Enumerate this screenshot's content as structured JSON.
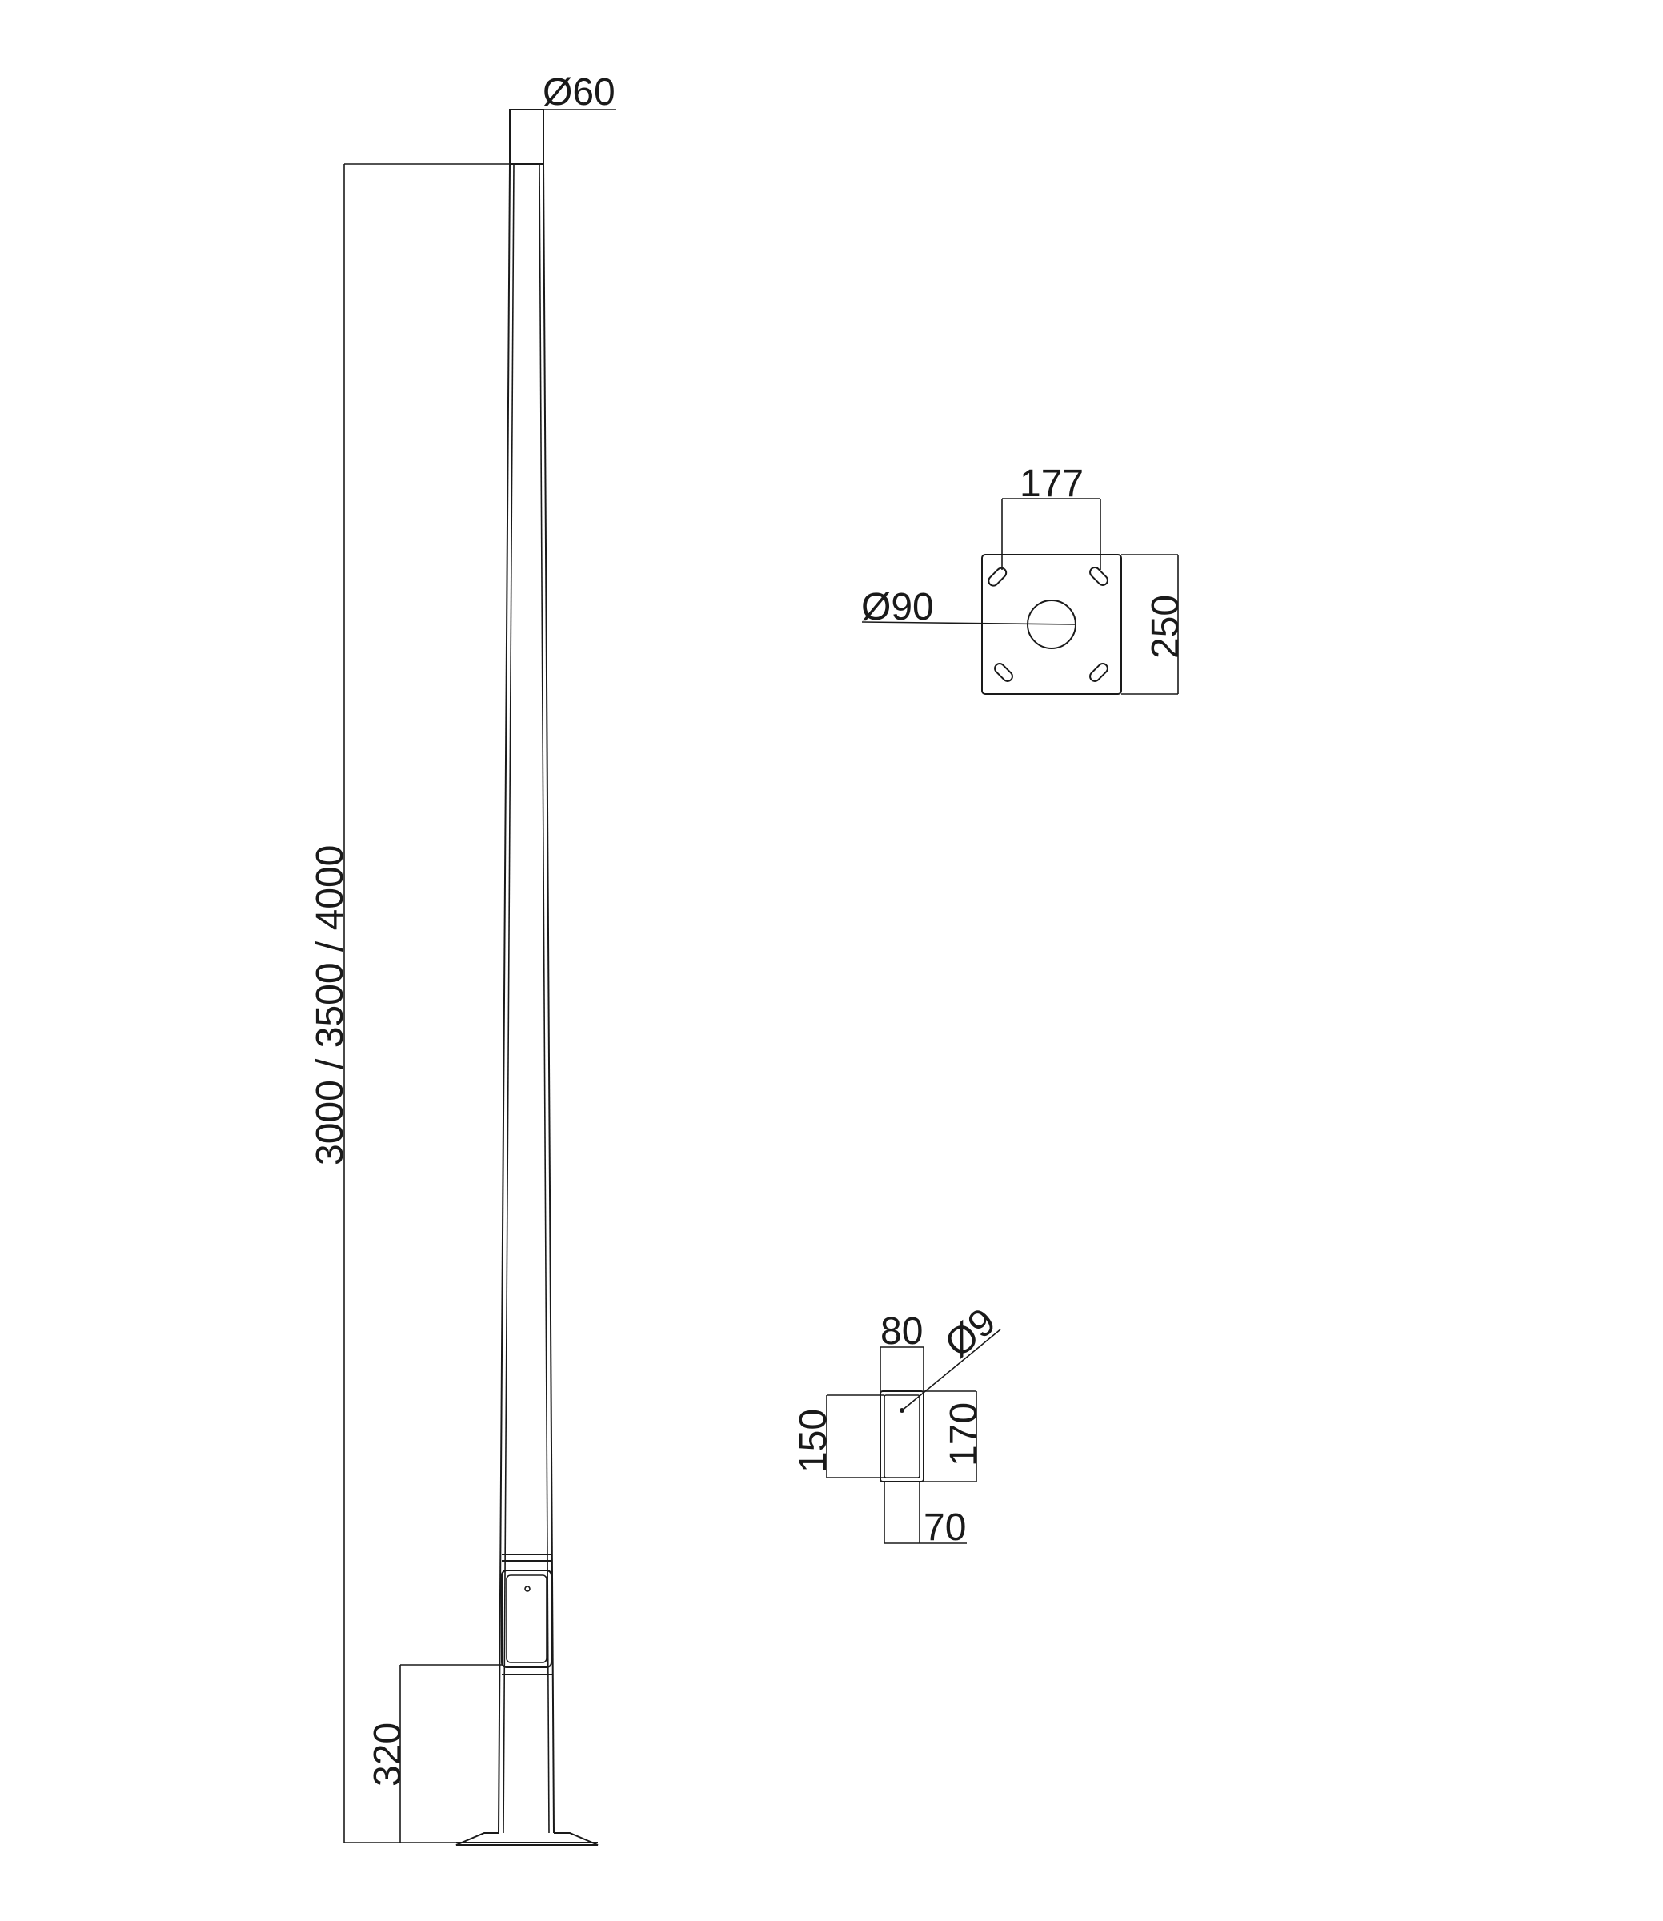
{
  "drawing": {
    "pole_top_diameter": "Ø60",
    "pole_height": "3000 / 3500 / 4000",
    "door_height_from_base": "320",
    "base_plate": {
      "bolt_spacing": "177",
      "center_hole_diameter": "Ø90",
      "plate_size": "250"
    },
    "access_door": {
      "width": "80",
      "hole_diameter": "Ø9",
      "inner_height": "150",
      "outer_height": "170",
      "opening_width": "70"
    }
  }
}
